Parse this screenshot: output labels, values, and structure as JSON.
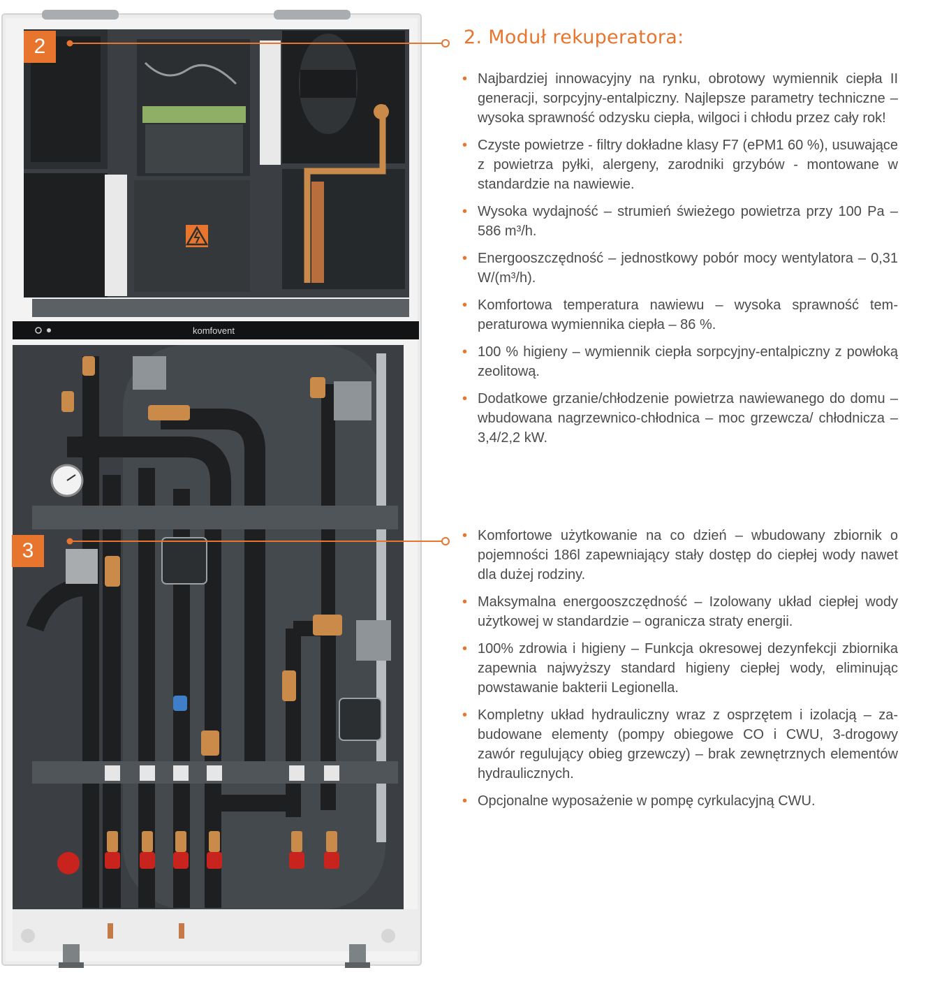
{
  "colors": {
    "accent": "#e8752d",
    "text": "#4b4b4b",
    "cabinet_frame": "#ececec",
    "cabinet_panel": "#3b3f43",
    "panel_dark": "#2b2f32",
    "insulation": "#1d1f21",
    "brass": "#c98a4a",
    "copper": "#c57a4a",
    "valve_red": "#c8231c",
    "actuator_grey": "#8f9498"
  },
  "badges": {
    "module2": "2",
    "module3": "3"
  },
  "unit": {
    "display_brand": "komfovent",
    "warning_icon": "electrical-hazard-icon"
  },
  "section2": {
    "heading": "2. Moduł rekuperatora:",
    "items": [
      "Najbardziej innowacyjny na rynku, obrotowy wymiennik ciepła II generacji, sorpcyjny-entalpiczny. Najlepsze parametry techniczne – wysoka sprawność odzysku ciepła, wilgoci i chło­du przez cały rok!",
      "Czyste powietrze - filtry dokładne klasy F7 (ePM1 60 %), usuwa­jące z powietrza pyłki, alergeny, zarodniki grzybów - montowa­ne w standardzie na nawiewie.",
      "Wysoka wydajność – strumień świeżego powietrza przy 100 Pa – 586 m³/h.",
      "Energooszczędność – jednostkowy pobór mocy wentylatora – 0,31 W/(m³/h).",
      "Komfortowa temperatura nawiewu – wysoka sprawność tem­peraturowa wymiennika ciepła – 86 %.",
      "100 % higieny – wymiennik ciepła sorpcyjny-entalpiczny z powłoką zeolitową.",
      "Dodatkowe grzanie/chłodzenie powietrza nawiewanego do domu – wbudowana nagrzewnico-chłodnica – moc grzewcza/ chłodnicza – 3,4/2,2 kW."
    ]
  },
  "section3": {
    "items": [
      "Komfortowe użytkowanie na co dzień – wbudowany zbiornik o pojemności 186l zapewniający stały dostęp do ciepłej wody nawet dla dużej rodziny.",
      "Maksymalna energooszczędność – Izolowany układ ciepłej wody użytkowej w standardzie – ogranicza straty energii.",
      "100% zdrowia i higieny – Funkcja okresowej dezynfekcji zbior­nika zapewnia najwyższy standard higieny ciepłej wody, elimi­nując powstawanie bakterii Legionella.",
      "Kompletny układ hydrauliczny wraz z osprzętem i izolacją – za­budowane elementy (pompy obiegowe CO i CWU, 3-drogowy zawór regulujący obieg grzewczy) – brak zewnętrznych ele­mentów hydraulicznych.",
      "Opcjonalne wyposażenie w pompę cyrkulacyjną CWU."
    ]
  }
}
